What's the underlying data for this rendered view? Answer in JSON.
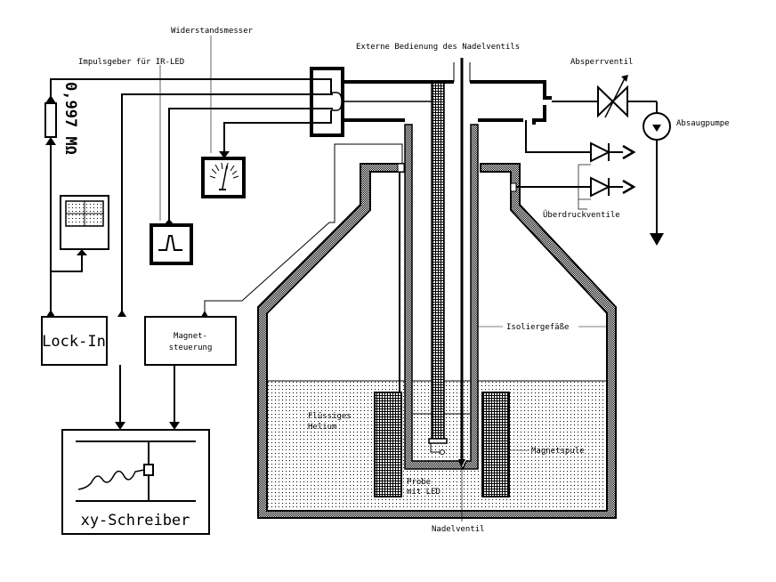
{
  "labels": {
    "widerstandsmesser": "Widerstandsmesser",
    "impulsgeber": "Impulsgeber für IR-LED",
    "externe_bedienung": "Externe Bedienung des Nadelventils",
    "absperrventil": "Absperrventil",
    "absaugpumpe": "Absaugpumpe",
    "ueberdruckventile": "Überdruckventile",
    "widerstand": "0,997 MΩ",
    "isoliergefaesse": "Isoliergefäße",
    "fluessiges_helium_1": "Flüssiges",
    "fluessiges_helium_2": "Helium",
    "magnetspule": "Magnetspule",
    "probe_1": "Probe",
    "probe_2": "mit LED",
    "nadelventil": "Nadelventil"
  },
  "boxes": {
    "lock_in": "Lock-In",
    "magnet_1": "Magnet-",
    "magnet_2": "steuerung",
    "xy_schreiber": "xy-Schreiber"
  },
  "colors": {
    "ink": "#000000",
    "paper": "#ffffff"
  }
}
